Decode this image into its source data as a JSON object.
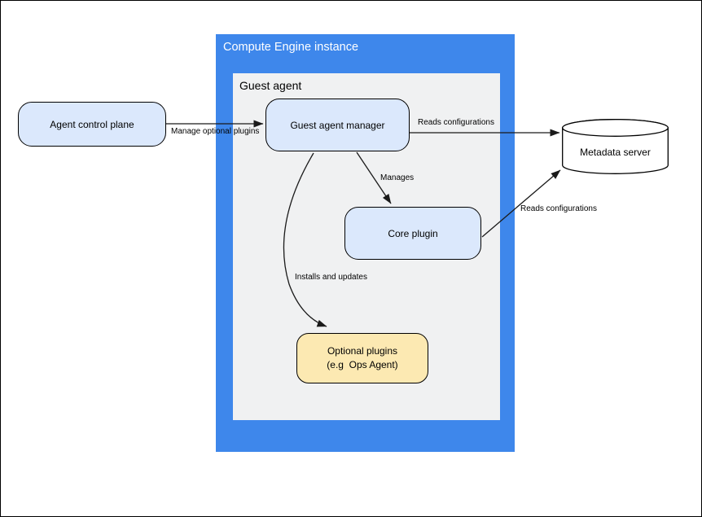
{
  "containers": {
    "compute_engine": {
      "title": "Compute Engine instance"
    },
    "guest_agent": {
      "title": "Guest agent"
    }
  },
  "nodes": {
    "agent_control_plane": {
      "label": "Agent control plane"
    },
    "guest_agent_manager": {
      "label": "Guest agent manager"
    },
    "core_plugin": {
      "label": "Core plugin"
    },
    "optional_plugins": {
      "line1": "Optional plugins",
      "line2": "(e.g  Ops Agent)"
    },
    "metadata_server": {
      "label": "Metadata server"
    }
  },
  "edges": {
    "manage_optional_plugins": "Manage optional plugins",
    "manager_reads_configurations": "Reads configurations",
    "manages": "Manages",
    "core_reads_configurations": "Reads configurations",
    "installs_and_updates": "Installs and updates"
  },
  "colors": {
    "container_blue": "#3e87eb",
    "container_gray": "#f0f1f2",
    "node_blue_fill": "#dbe8fc",
    "node_yellow_fill": "#fce9b2",
    "node_border": "#000000",
    "arrow": "#1a1a1a",
    "container_title_text": "#ffffff",
    "text": "#000000"
  }
}
